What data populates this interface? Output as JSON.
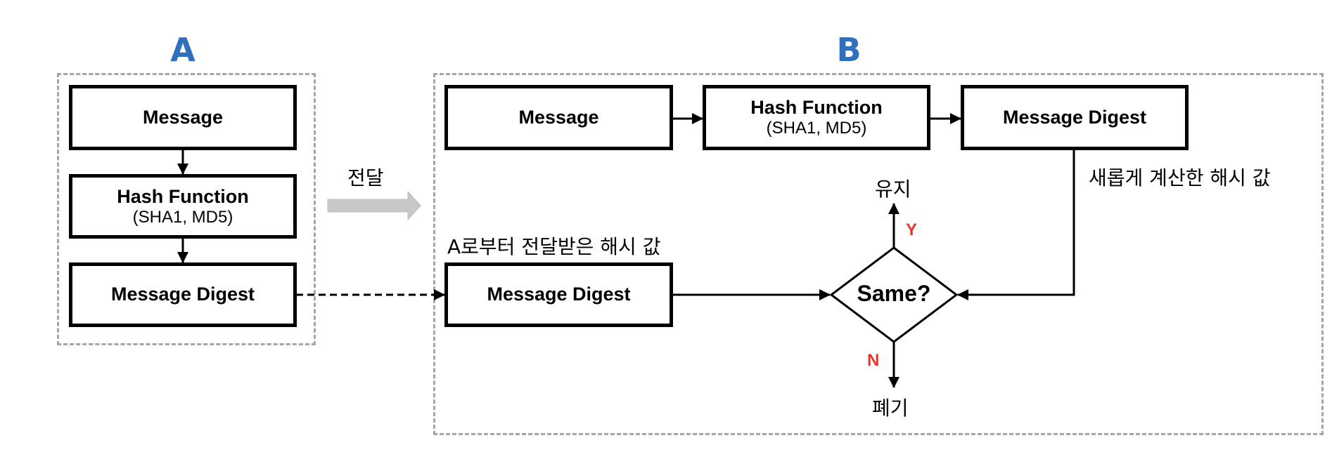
{
  "groups": {
    "a": {
      "title": "A"
    },
    "b": {
      "title": "B"
    }
  },
  "group_a": {
    "message": {
      "title": "Message"
    },
    "hash_function": {
      "title": "Hash Function",
      "subtitle": "(SHA1, MD5)"
    },
    "message_digest": {
      "title": "Message Digest"
    }
  },
  "transfer": {
    "label": "전달"
  },
  "group_b": {
    "message": {
      "title": "Message"
    },
    "hash_function": {
      "title": "Hash Function",
      "subtitle": "(SHA1, MD5)"
    },
    "message_digest_computed": {
      "title": "Message Digest"
    },
    "computed_label": "새롭게 계산한 해시 값",
    "received_label": "A로부터 전달받은 해시 값",
    "message_digest_received": {
      "title": "Message Digest"
    },
    "decision": {
      "label": "Same?",
      "yes_label": "Y",
      "no_label": "N",
      "yes_outcome": "유지",
      "no_outcome": "폐기"
    }
  },
  "colors": {
    "group_title": "#2e6fc0",
    "frame": "#a6a6a6",
    "yes_no": "#e8332a",
    "transfer_arrow": "#c8c8c8"
  }
}
